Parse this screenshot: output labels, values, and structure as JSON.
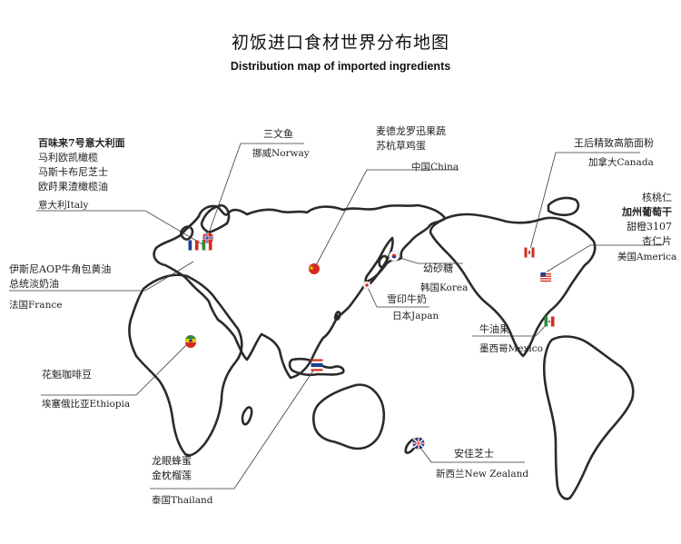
{
  "title_zh": "初饭进口食材世界分布地图",
  "title_en": "Distribution map of imported ingredients",
  "colors": {
    "line": "#3a3a3a",
    "land": "#2a2a2a",
    "red": "#d52b1e",
    "blue": "#1f3f8f",
    "green": "#2e8b3e",
    "yellow": "#f2c500"
  },
  "regions": {
    "italy": {
      "products": [
        "百味来7号意大利面",
        "马利欧凯橄榄",
        "马斯卡布尼芝士",
        "欧莳果渣橄榄油"
      ],
      "country_zh": "意大利",
      "country_en": "Italy"
    },
    "norway": {
      "products": [
        "三文鱼"
      ],
      "country_zh": "挪威",
      "country_en": "Norway"
    },
    "china": {
      "products": [
        "麦德龙罗迅果蔬",
        "苏杭草鸡蛋"
      ],
      "country_zh": "中国",
      "country_en": "China"
    },
    "canada": {
      "products": [
        "王后精致高筋面粉"
      ],
      "country_zh": "加拿大",
      "country_en": "Canada"
    },
    "usa": {
      "products": [
        "核桃仁",
        "加州葡萄干",
        "甜橙3107",
        "杏仁片"
      ],
      "country_zh": "美国",
      "country_en": "America"
    },
    "france": {
      "products": [
        "伊斯尼AOP牛角包黄油",
        "总统淡奶油"
      ],
      "country_zh": "法国",
      "country_en": "France"
    },
    "korea": {
      "products": [
        "幼砂糖"
      ],
      "country_zh": "韩国",
      "country_en": "Korea"
    },
    "japan": {
      "products": [
        "雪印牛奶"
      ],
      "country_zh": "日本",
      "country_en": "Japan"
    },
    "mexico": {
      "products": [
        "牛油果"
      ],
      "country_zh": "墨西哥",
      "country_en": "Mexico"
    },
    "ethiopia": {
      "products": [
        "花魁咖啡豆"
      ],
      "country_zh": "埃塞俄比亚",
      "country_en": "Ethiopia"
    },
    "thailand": {
      "products": [
        "龙眼蜂蜜",
        "金枕榴莲"
      ],
      "country_zh": "泰国",
      "country_en": "Thailand"
    },
    "newzealand": {
      "products": [
        "安佳芝士"
      ],
      "country_zh": "新西兰",
      "country_en": "New Zealand"
    }
  }
}
